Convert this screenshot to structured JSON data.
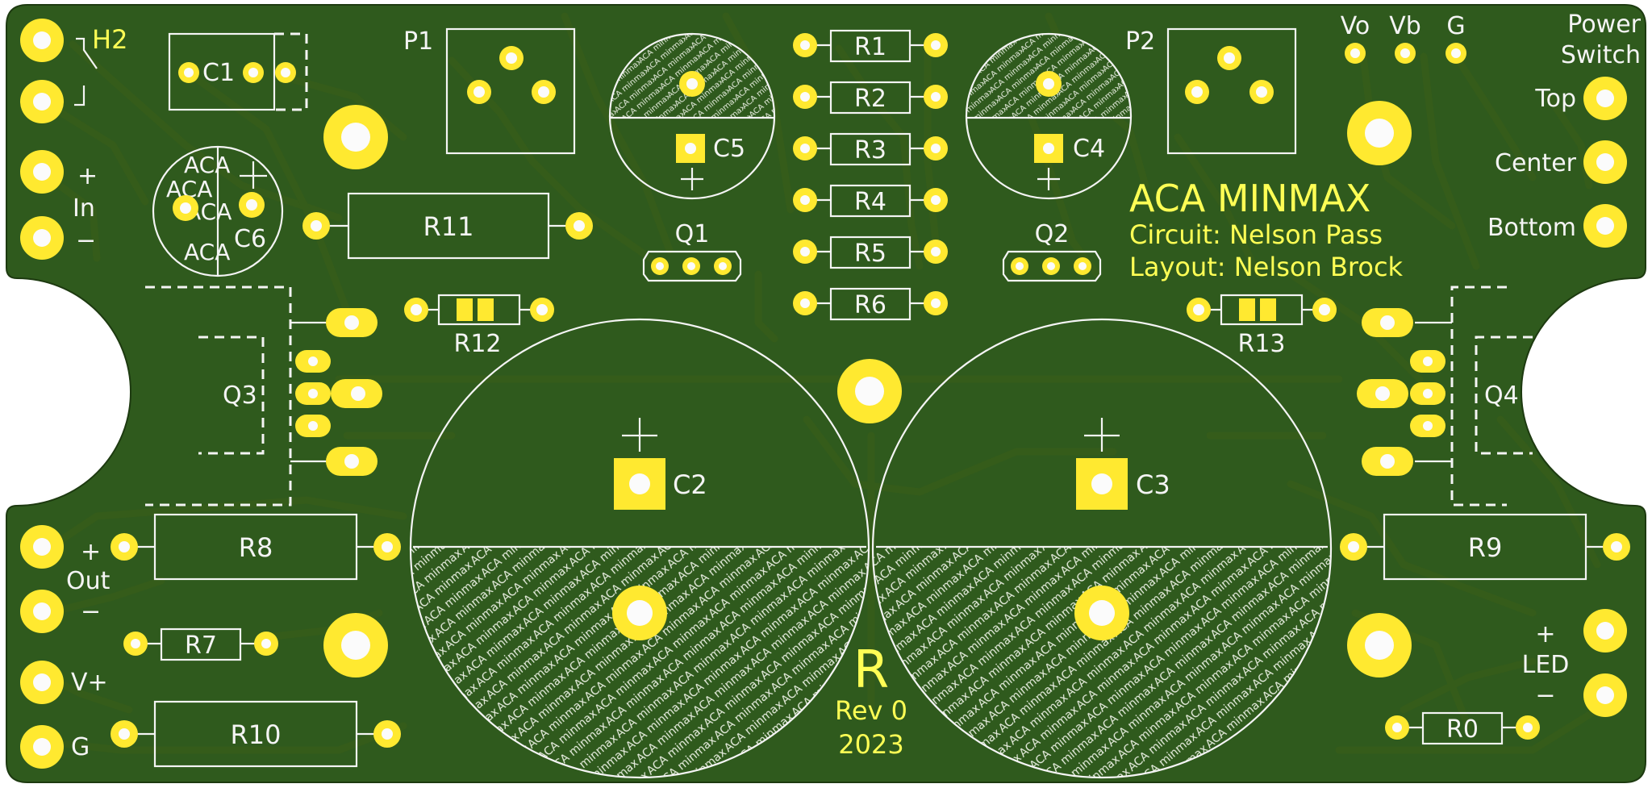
{
  "board": {
    "title": "ACA MINMAX",
    "circuit": "Circuit: Nelson Pass",
    "layout": "Layout: Nelson Brock",
    "revision_letter": "R",
    "revision": "Rev 0",
    "year": "2023",
    "capacitor_pattern_text": "ACA minmax",
    "colors": {
      "board": "#2f5a1d",
      "copper": "#355c1a",
      "pad": "#ffe930",
      "silkscreen_yellow": "#ffff55",
      "silkscreen_white": "#f4f4f4"
    }
  },
  "labels": {
    "h2": "H2",
    "c1": "C1",
    "p1": "P1",
    "p2": "P2",
    "c4": "C4",
    "c5": "C5",
    "c6": "C6",
    "c2": "C2",
    "c3": "C3",
    "q1": "Q1",
    "q2": "Q2",
    "q3": "Q3",
    "q4": "Q4",
    "r0": "R0",
    "r1": "R1",
    "r2": "R2",
    "r3": "R3",
    "r4": "R4",
    "r5": "R5",
    "r6": "R6",
    "r7": "R7",
    "r8": "R8",
    "r9": "R9",
    "r10": "R10",
    "r11": "R11",
    "r12": "R12",
    "r13": "R13",
    "plus": "+",
    "minus": "−",
    "in": "In",
    "out": "Out",
    "vplus": "V+",
    "g": "G",
    "vo": "Vo",
    "vb": "Vb",
    "power_switch_1": "Power",
    "power_switch_2": "Switch",
    "top": "Top",
    "center": "Center",
    "bottom": "Bottom",
    "led": "LED",
    "c6_marking": "ACA"
  }
}
